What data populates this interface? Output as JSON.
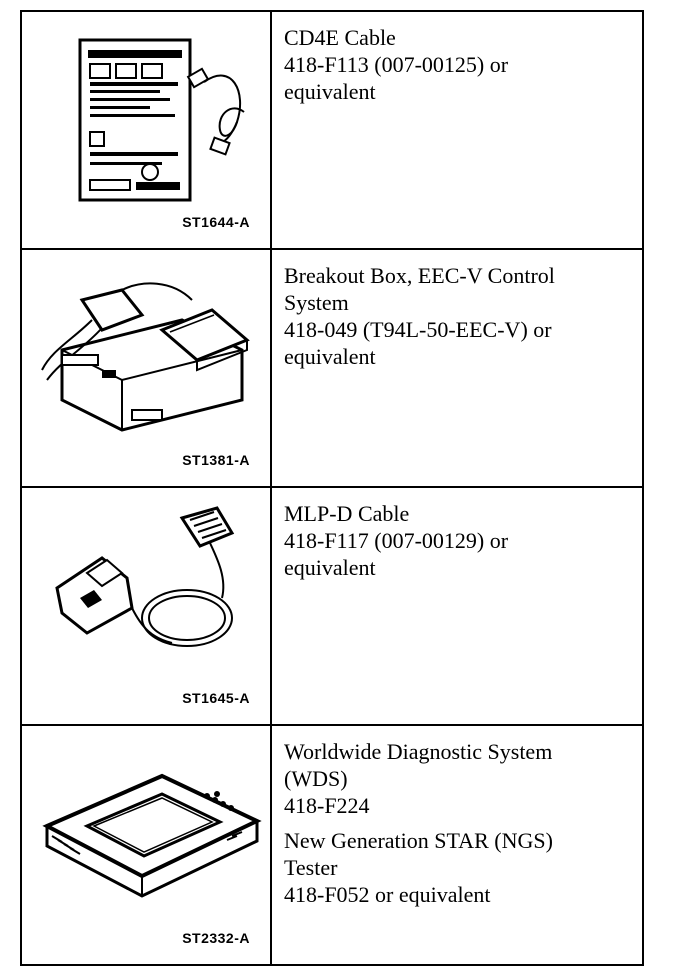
{
  "tools": [
    {
      "part_code": "ST1644-A",
      "icon": "cd4e-cable-icon",
      "paragraphs": [
        [
          "CD4E Cable",
          "418-F113 (007-00125) or",
          "equivalent"
        ]
      ]
    },
    {
      "part_code": "ST1381-A",
      "icon": "breakout-box-icon",
      "paragraphs": [
        [
          "Breakout Box, EEC-V Control",
          "System",
          "418-049 (T94L-50-EEC-V) or",
          "equivalent"
        ]
      ]
    },
    {
      "part_code": "ST1645-A",
      "icon": "mlp-d-cable-icon",
      "paragraphs": [
        [
          "MLP-D Cable",
          "418-F117 (007-00129) or",
          "equivalent"
        ]
      ]
    },
    {
      "part_code": "ST2332-A",
      "icon": "wds-tester-icon",
      "paragraphs": [
        [
          "Worldwide Diagnostic System",
          "(WDS)",
          "418-F224"
        ],
        [
          "New Generation STAR (NGS)",
          "Tester",
          "418-F052 or equivalent"
        ]
      ]
    }
  ]
}
